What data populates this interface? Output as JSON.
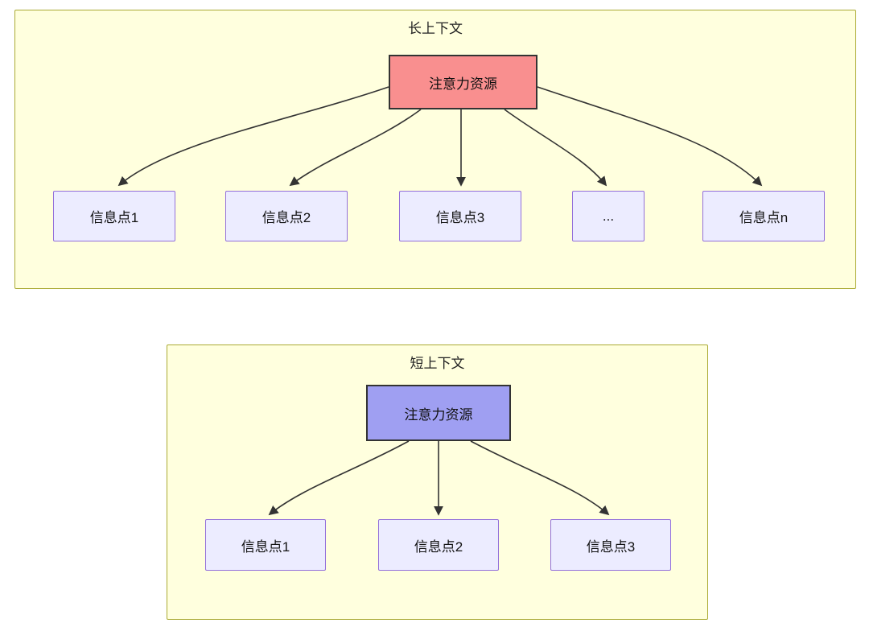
{
  "long_context": {
    "title": "长上下文",
    "source": "注意力资源",
    "targets": [
      "信息点1",
      "信息点2",
      "信息点3",
      "...",
      "信息点n"
    ]
  },
  "short_context": {
    "title": "短上下文",
    "source": "注意力资源",
    "targets": [
      "信息点1",
      "信息点2",
      "信息点3"
    ]
  },
  "colors": {
    "container_fill": "#ffffde",
    "container_border": "#aaaa33",
    "source_long_fill": "#f98f8f",
    "source_short_fill": "#9f9ff2",
    "source_border": "#333333",
    "target_fill": "#ececff",
    "target_border": "#9370db",
    "edge_color": "#333333"
  }
}
